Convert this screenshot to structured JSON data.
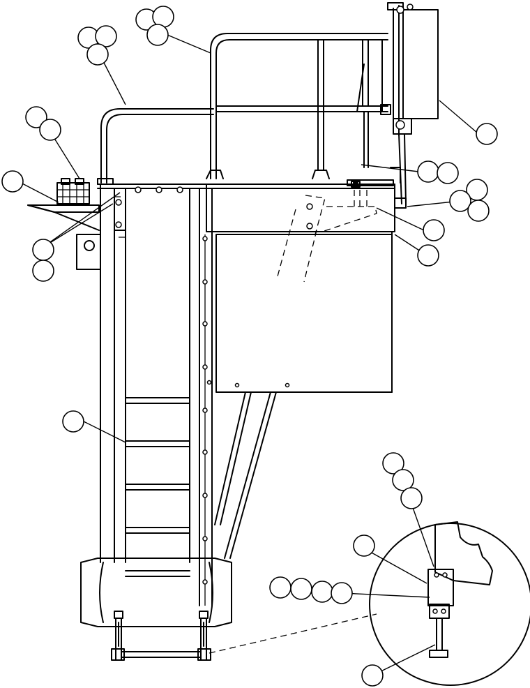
{
  "diagram": {
    "background": "#ffffff",
    "line_color": "#000000",
    "callout_balloons": [
      {
        "id": "c1"
      },
      {
        "id": "c2"
      },
      {
        "id": "c3"
      },
      {
        "id": "c4"
      },
      {
        "id": "c5"
      },
      {
        "id": "c6"
      },
      {
        "id": "c7"
      },
      {
        "id": "c8"
      },
      {
        "id": "c9"
      },
      {
        "id": "c10"
      },
      {
        "id": "c11"
      },
      {
        "id": "c12"
      },
      {
        "id": "c13"
      },
      {
        "id": "c14"
      },
      {
        "id": "c15"
      },
      {
        "id": "c16"
      },
      {
        "id": "c17"
      },
      {
        "id": "c18"
      },
      {
        "id": "c19"
      },
      {
        "id": "c20"
      },
      {
        "id": "c21"
      },
      {
        "id": "c22"
      },
      {
        "id": "c23"
      },
      {
        "id": "c24"
      },
      {
        "id": "c25"
      },
      {
        "id": "c26"
      },
      {
        "id": "c27"
      },
      {
        "id": "c28"
      },
      {
        "id": "c29"
      },
      {
        "id": "c30"
      },
      {
        "id": "c31"
      }
    ]
  }
}
